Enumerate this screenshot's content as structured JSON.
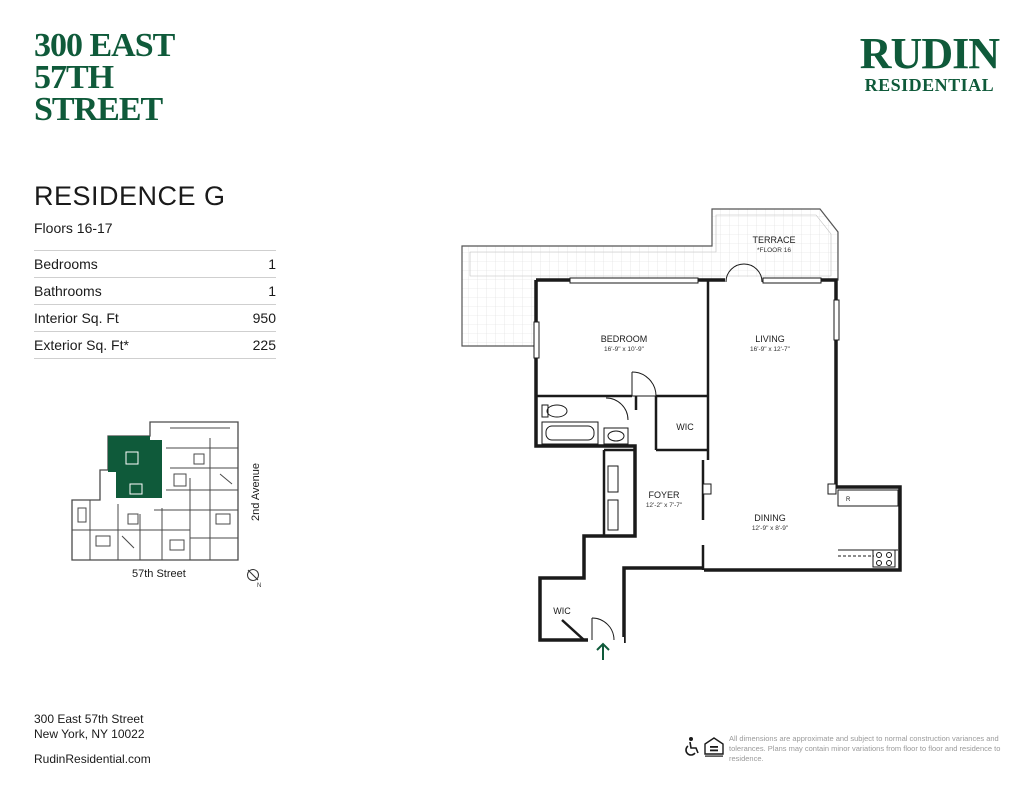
{
  "building": {
    "title_lines": [
      "300 EAST",
      "57TH",
      "STREET"
    ]
  },
  "brand": {
    "line1": "RUDIN",
    "line2": "RESIDENTIAL"
  },
  "residence": {
    "name": "RESIDENCE G",
    "floors": "Floors 16-17",
    "specs": [
      {
        "label": "Bedrooms",
        "value": "1"
      },
      {
        "label": "Bathrooms",
        "value": "1"
      },
      {
        "label": "Interior Sq. Ft",
        "value": "950"
      },
      {
        "label": "Exterior Sq. Ft*",
        "value": "225"
      }
    ]
  },
  "keyplan": {
    "street": "57th Street",
    "avenue": "2nd Avenue",
    "north": "N"
  },
  "plan": {
    "terrace": {
      "name": "TERRACE",
      "note": "*FLOOR 16"
    },
    "bedroom": {
      "name": "BEDROOM",
      "dims": "16'-9\" x 10'-9\""
    },
    "living": {
      "name": "LIVING",
      "dims": "16'-9\" x 12'-7\""
    },
    "foyer": {
      "name": "FOYER",
      "dims": "12'-2\" x 7'-7\""
    },
    "dining": {
      "name": "DINING",
      "dims": "12'-9\" x 8'-9\""
    },
    "wic_1": "WIC",
    "wic_2": "WIC",
    "fridge": "R"
  },
  "address": {
    "line1": "300 East 57th Street",
    "line2": "New York, NY 10022"
  },
  "website": "RudinResidential.com",
  "disclaimer": "All dimensions are approximate and subject to normal construction variances and tolerances. Plans may contain minor variations from floor to floor and residence to residence.",
  "colors": {
    "brand_green": "#0f5a3a",
    "rule_gray": "#cfcfcf",
    "wall": "#1a1a1a"
  },
  "icons": [
    "accessibility-icon",
    "equal-housing-icon",
    "entry-arrow-icon",
    "compass-icon"
  ]
}
